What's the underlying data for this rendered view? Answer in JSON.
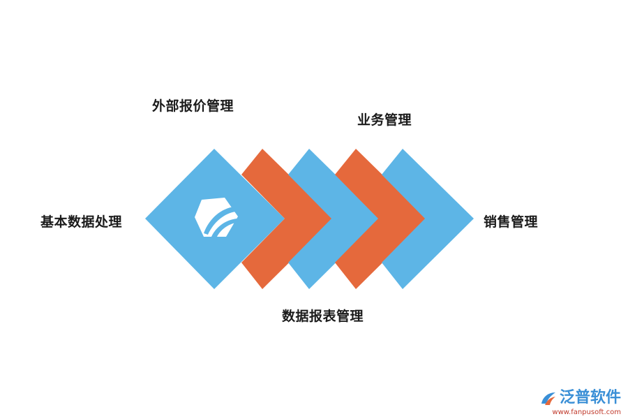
{
  "labels": {
    "top_left": "外部报价管理",
    "top_right": "业务管理",
    "left": "基本数据处理",
    "right": "销售管理",
    "bottom": "数据报表管理"
  },
  "colors": {
    "blue": "#5db5e6",
    "orange": "#e5693c",
    "icon": "#ffffff"
  },
  "watermark": {
    "brand": "泛普软件",
    "url": "www.fanpusoft.com"
  }
}
